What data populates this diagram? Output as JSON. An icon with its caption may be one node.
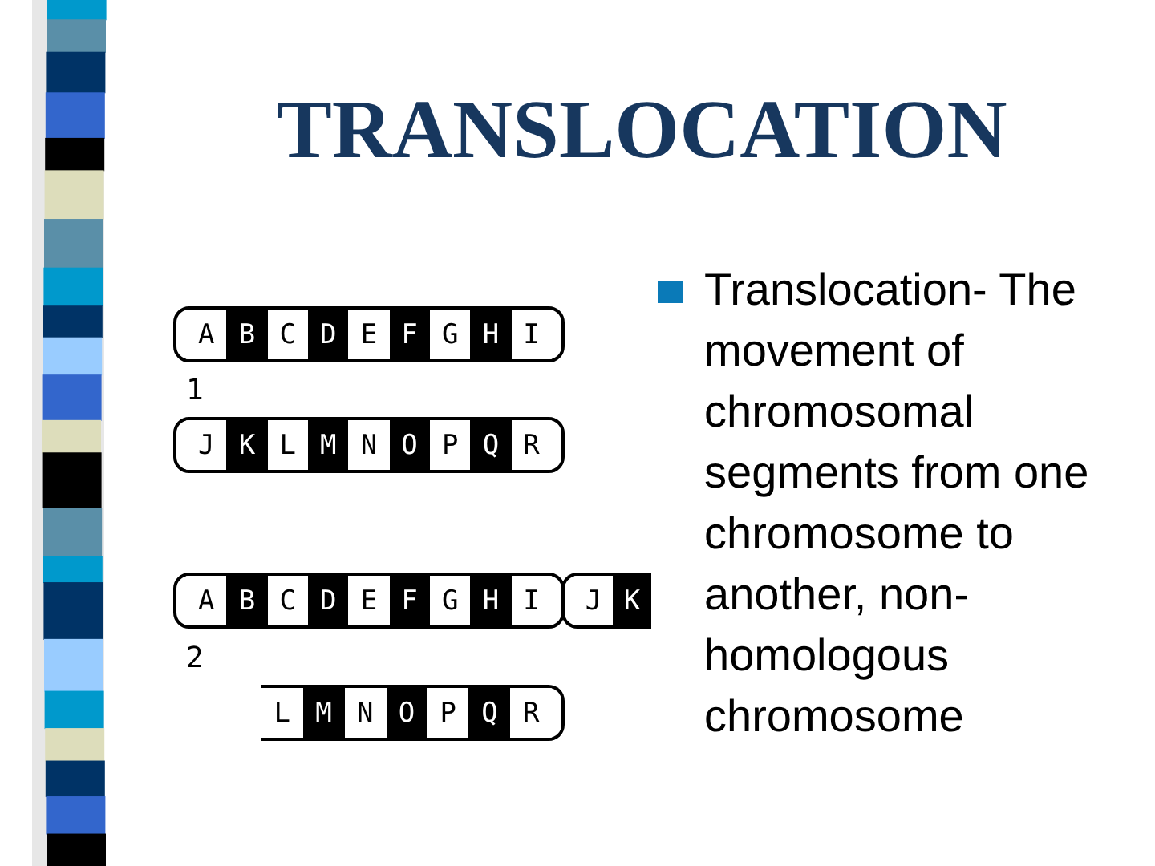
{
  "diagram": {
    "title": "TRANSLOCATION",
    "nodes": [
      {
        "text": [
          "A",
          "B",
          "C",
          "D",
          "E",
          "F",
          "G",
          "H",
          "I"
        ]
      },
      {
        "text": [
          "J",
          "K",
          "L",
          "M",
          "N",
          "O",
          "P",
          "Q",
          "R"
        ]
      },
      {
        "text": [
          "A",
          "B",
          "C",
          "D",
          "E",
          "F",
          "G",
          "H",
          "I"
        ]
      },
      {
        "text": [
          "J",
          "K"
        ]
      },
      {
        "text": [
          "L",
          "M",
          "N",
          "O",
          "P",
          "Q",
          "R"
        ]
      }
    ],
    "labels": [
      "1",
      "2",
      "Translocation- The movement of chromosomal segments from one chromosome to another, non-homologous chromosome"
    ]
  }
}
